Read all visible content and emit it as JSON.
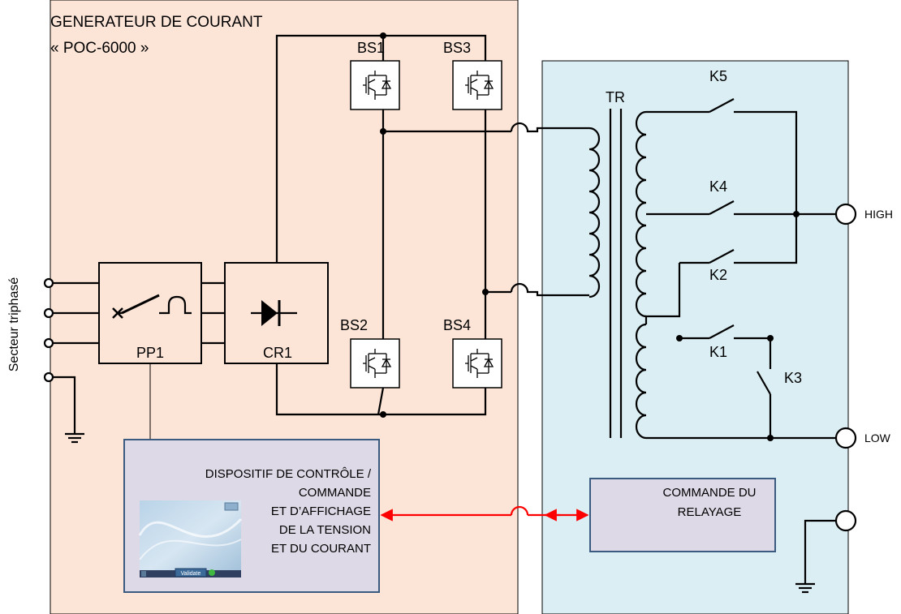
{
  "generator": {
    "title": "GENERATEUR DE COURANT",
    "model": "« POC-6000 »",
    "fill": "#fce4d6"
  },
  "relay_section": {
    "fill": "#daeef3"
  },
  "input_label": "Secteur triphasé",
  "blocks": {
    "protection": {
      "label": "PP1",
      "icon": "breaker-fuse-icon"
    },
    "rectifier": {
      "label": "CR1",
      "icon": "diode-icon"
    }
  },
  "switches": [
    "BS1",
    "BS3",
    "BS2",
    "BS4"
  ],
  "transformer_label": "TR",
  "relays": [
    "K5",
    "K4",
    "K2",
    "K1",
    "K3"
  ],
  "outputs": {
    "high": "HIGH",
    "low": "LOW"
  },
  "control_device": {
    "lines": [
      "DISPOSITIF DE CONTRÔLE /",
      "COMMANDE",
      "ET D’AFFICHAGE",
      "DE LA TENSION",
      "ET DU COURANT"
    ],
    "screen_button": "Validate",
    "fill": "#ddd9e6",
    "border": "#3a5a80"
  },
  "relay_command": {
    "lines": [
      "COMMANDE DU",
      "RELAYAGE"
    ],
    "fill": "#ddd9e6"
  },
  "link_color": "#ff0000"
}
